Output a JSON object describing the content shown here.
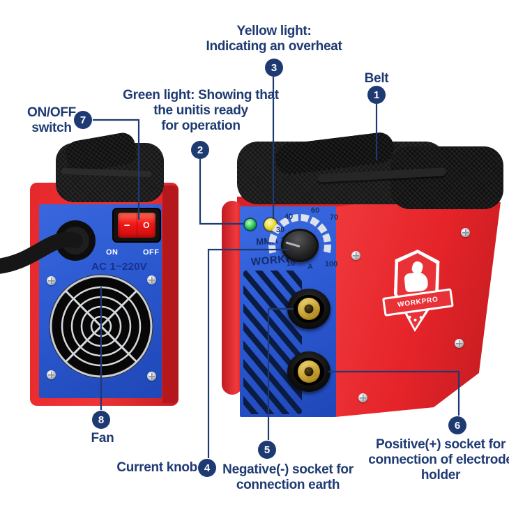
{
  "callouts": {
    "belt": {
      "num": "1",
      "label": "Belt"
    },
    "green_light": {
      "num": "2",
      "lines": [
        "Green light: Showing that",
        "the unitis ready",
        "for operation"
      ]
    },
    "yellow_light": {
      "num": "3",
      "lines": [
        "Yellow light:",
        "Indicating an overheat"
      ]
    },
    "current_knob": {
      "num": "4",
      "label": "Current knob"
    },
    "negative_socket": {
      "num": "5",
      "lines": [
        "Negative(-) socket for",
        "connection earth"
      ]
    },
    "positive_socket": {
      "num": "6",
      "lines": [
        "Positive(+) socket for",
        "connection of electrode",
        "holder"
      ]
    },
    "on_off_switch": {
      "num": "7",
      "lines": [
        "ON/OFF",
        "switch"
      ]
    },
    "fan": {
      "num": "8",
      "label": "Fan"
    }
  },
  "left_machine": {
    "voltage_label": "AC 1~220V",
    "switch_on": "ON",
    "switch_off": "OFF",
    "rocker_on_symbol": "−",
    "rocker_off_symbol": "O"
  },
  "right_machine": {
    "model_label": "MMA 100A",
    "brand_label": "WORKPRO",
    "logo_banner": "WORKPRO",
    "dial_labels": [
      "30",
      "40",
      "60",
      "70",
      "10",
      "A",
      "100"
    ]
  },
  "colors": {
    "annotation_navy": "#1e3a72",
    "case_red": "#e9292e",
    "panel_blue": "#2e5cd6",
    "brass": "#cda22c",
    "led_green": "#22c24c",
    "led_yellow": "#e8d31f"
  }
}
